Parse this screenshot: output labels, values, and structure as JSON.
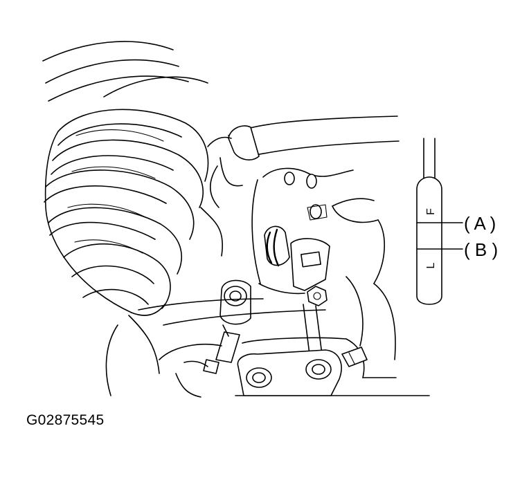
{
  "figure_id": "G02875545",
  "callouts": {
    "a": "( A )",
    "b": "( B )"
  },
  "gauge_marks": {
    "full": "F",
    "low": "L"
  }
}
